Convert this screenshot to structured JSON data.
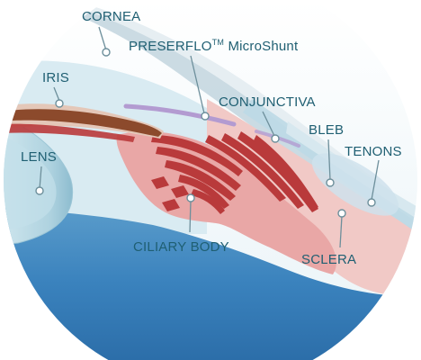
{
  "labels": {
    "cornea": "CORNEA",
    "microshunt_main": "PRESERFLO",
    "microshunt_tm": "TM",
    "microshunt_suffix": " MicroShunt",
    "iris": "IRIS",
    "conjunctiva": "CONJUNCTIVA",
    "bleb": "BLEB",
    "tenons": "TENONS",
    "lens": "LENS",
    "ciliary_body": "CILIARY BODY",
    "sclera": "SCLERA"
  },
  "colors": {
    "label_text": "#1f5f72",
    "leader_line": "#6d8f9b",
    "aqueous_blue": "#3f86bf",
    "tissue_pink": "#e8a3a4",
    "muscle_red": "#b93a3b",
    "iris_brown": "#8c4a2c"
  }
}
